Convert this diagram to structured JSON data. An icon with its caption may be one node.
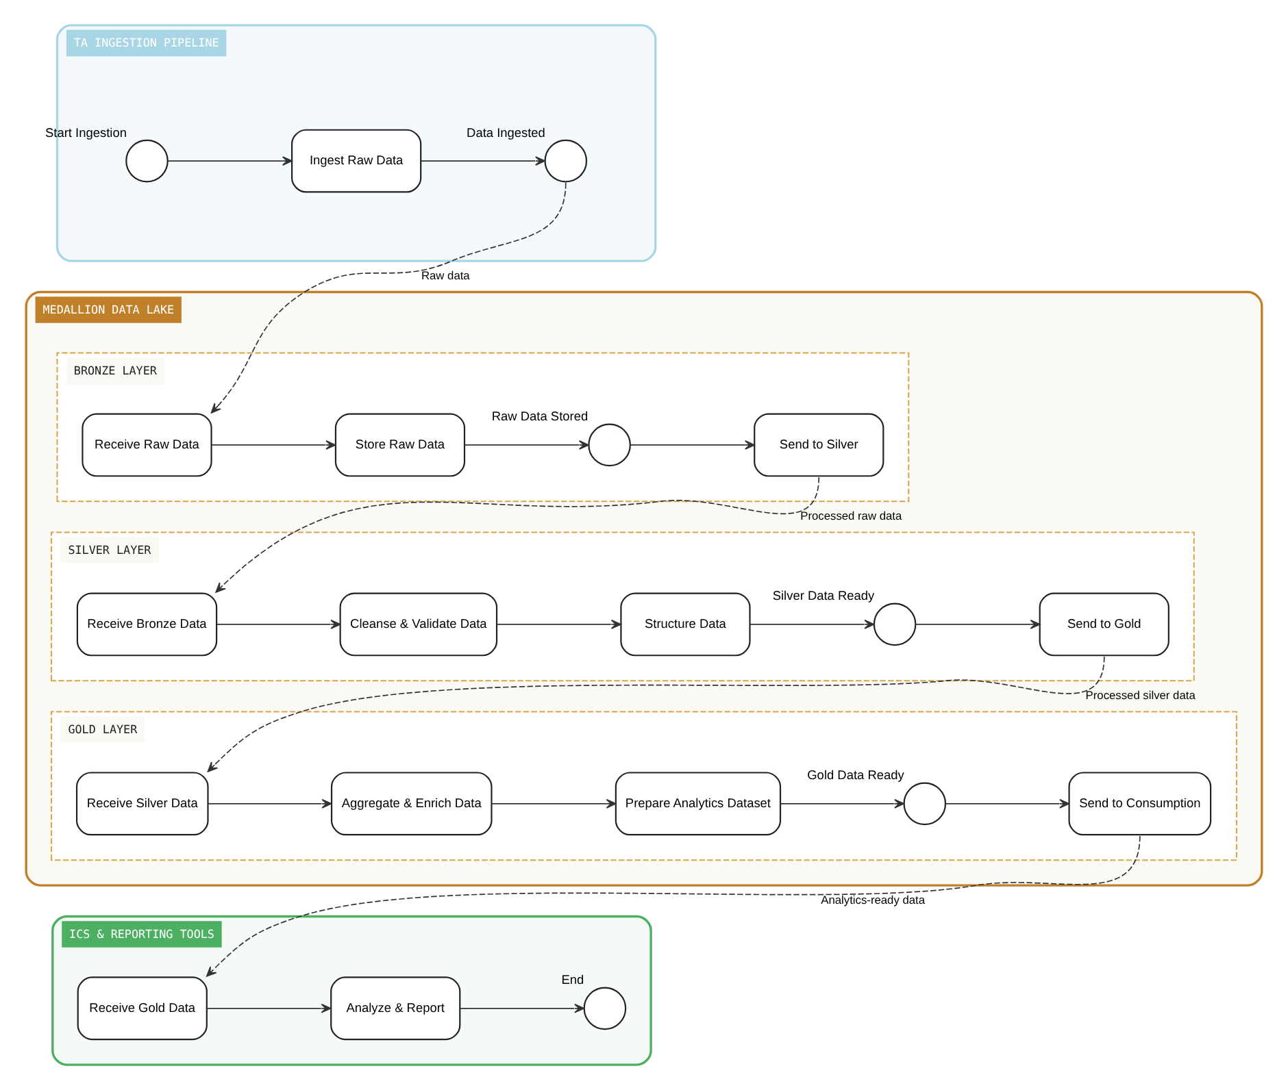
{
  "diagram": {
    "nodes": [
      {
        "text": [
          "TA INGESTION PIPELINE"
        ]
      },
      {
        "text": [
          "Start Ingestion"
        ],
        "in": 0
      },
      {
        "text": [
          "Ingest Raw Data"
        ],
        "in": 0
      },
      {
        "text": [
          "Data Ingested"
        ],
        "in": 0
      },
      {
        "text": [
          "MEDALLION DATA LAKE"
        ]
      },
      {
        "text": [
          "BRONZE LAYER"
        ],
        "in": 4
      },
      {
        "text": [
          "Receive Raw Data"
        ],
        "in": 5
      },
      {
        "text": [
          "Store Raw Data"
        ],
        "in": 5
      },
      {
        "text": [
          "Raw Data Stored"
        ],
        "in": 5
      },
      {
        "text": [
          "Send to Silver"
        ],
        "in": 5
      },
      {
        "text": [
          "SILVER LAYER"
        ],
        "in": 4
      },
      {
        "text": [
          "Receive Bronze Data"
        ],
        "in": 10
      },
      {
        "text": [
          "Cleanse & Validate Data"
        ],
        "in": 10
      },
      {
        "text": [
          "Structure Data"
        ],
        "in": 10
      },
      {
        "text": [
          "Silver Data Ready"
        ],
        "in": 10
      },
      {
        "text": [
          "Send to Gold"
        ],
        "in": 10
      },
      {
        "text": [
          "GOLD LAYER"
        ],
        "in": 4
      },
      {
        "text": [
          "Receive Silver Data"
        ],
        "in": 16
      },
      {
        "text": [
          "Aggregate & Enrich Data"
        ],
        "in": 16
      },
      {
        "text": [
          "Prepare Analytics Dataset"
        ],
        "in": 16
      },
      {
        "text": [
          "Gold Data Ready"
        ],
        "in": 16
      },
      {
        "text": [
          "Send to Consumption"
        ],
        "in": 16
      },
      {
        "text": [
          "ICS & REPORTING TOOLS"
        ]
      },
      {
        "text": [
          "Receive Gold Data"
        ],
        "in": 22
      },
      {
        "text": [
          "Analyze & Report"
        ],
        "in": 22
      },
      {
        "text": [
          "End"
        ],
        "in": 22
      }
    ],
    "edges": [
      {
        "from": 1,
        "to": 2,
        "arrow": "to"
      },
      {
        "from": 2,
        "to": 3,
        "arrow": "to"
      },
      {
        "from": 3,
        "to": 6,
        "arrow": "to",
        "label": "Raw data",
        "style": "dashed"
      },
      {
        "from": 6,
        "to": 7,
        "arrow": "to"
      },
      {
        "from": 7,
        "to": 8,
        "arrow": "to"
      },
      {
        "from": 8,
        "to": 9,
        "arrow": "to"
      },
      {
        "from": 9,
        "to": 11,
        "arrow": "to",
        "label": "Processed raw data",
        "style": "dashed"
      },
      {
        "from": 11,
        "to": 12,
        "arrow": "to"
      },
      {
        "from": 12,
        "to": 13,
        "arrow": "to"
      },
      {
        "from": 13,
        "to": 14,
        "arrow": "to"
      },
      {
        "from": 14,
        "to": 15,
        "arrow": "to"
      },
      {
        "from": 15,
        "to": 17,
        "arrow": "to",
        "label": "Processed silver data",
        "style": "dashed"
      },
      {
        "from": 17,
        "to": 18,
        "arrow": "to"
      },
      {
        "from": 18,
        "to": 19,
        "arrow": "to"
      },
      {
        "from": 19,
        "to": 20,
        "arrow": "to"
      },
      {
        "from": 20,
        "to": 21,
        "arrow": "to"
      },
      {
        "from": 21,
        "to": 23,
        "arrow": "to",
        "label": "Analytics-ready data",
        "style": "dashed"
      },
      {
        "from": 23,
        "to": 24,
        "arrow": "to"
      },
      {
        "from": 24,
        "to": 25,
        "arrow": "to"
      }
    ]
  }
}
